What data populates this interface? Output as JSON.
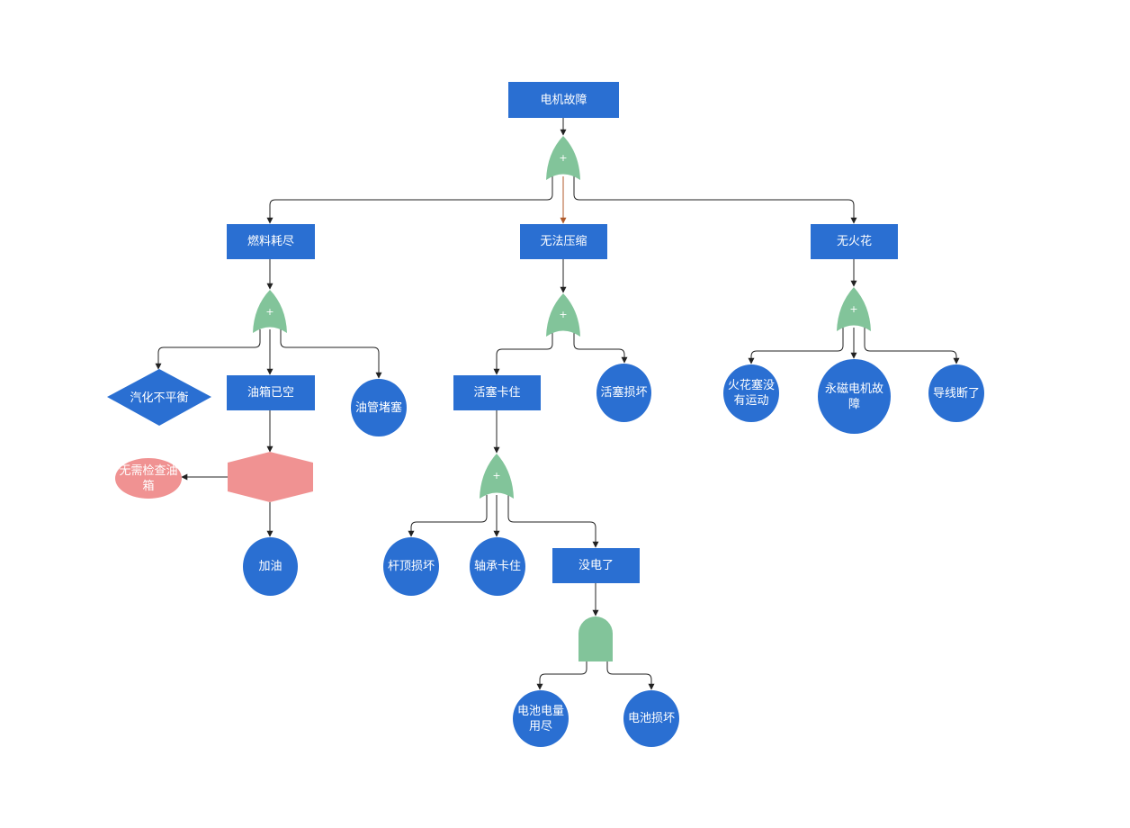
{
  "colors": {
    "event": "#2a6fd2",
    "gate": "#82c49a",
    "condition": "#f09292",
    "connector": "#222222",
    "accent_connector": "#b05a2a"
  },
  "nodes": {
    "top": "电机故障",
    "fuel": "燃料耗尽",
    "compress": "无法压缩",
    "spark": "无火花",
    "vaporize": "汽化不平衡",
    "tank_empty": "油箱已空",
    "pipe_block": "油管堵塞",
    "no_check": "无需检查油箱",
    "refuel": "加油",
    "piston_stuck": "活塞卡住",
    "piston_damage": "活塞损坏",
    "rod_damage": "杆顶损坏",
    "bearing_stuck": "轴承卡住",
    "no_power": "没电了",
    "battery_empty": "电池电量用尽",
    "battery_damage": "电池损坏",
    "plug_idle": "火花塞没有运动",
    "magnet_fault": "永磁电机故障",
    "wire_break": "导线断了"
  },
  "gates": {
    "or_symbol": "+"
  }
}
